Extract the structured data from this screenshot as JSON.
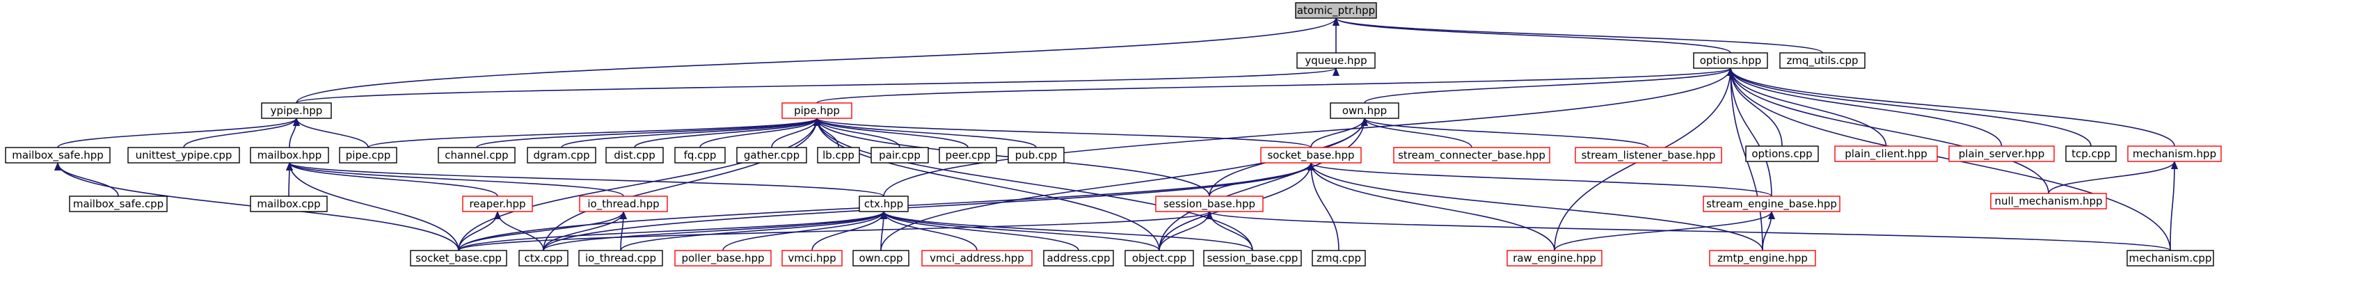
{
  "diagram": {
    "type": "include-dependency-graph",
    "colors": {
      "edge": "#191970",
      "root_fill": "#bfbfbf",
      "box_stroke": "#000000",
      "truncated_stroke": "#ff0000",
      "background": "#ffffff"
    },
    "nodes": [
      {
        "id": "atomic_ptr",
        "label": "atomic_ptr.hpp",
        "style": "root"
      },
      {
        "id": "yqueue",
        "label": "yqueue.hpp",
        "style": "normal"
      },
      {
        "id": "options",
        "label": "options.hpp",
        "style": "normal"
      },
      {
        "id": "zmq_utils",
        "label": "zmq_utils.cpp",
        "style": "normal"
      },
      {
        "id": "ypipe",
        "label": "ypipe.hpp",
        "style": "normal"
      },
      {
        "id": "pipe",
        "label": "pipe.hpp",
        "style": "red"
      },
      {
        "id": "own",
        "label": "own.hpp",
        "style": "normal"
      },
      {
        "id": "options_cpp",
        "label": "options.cpp",
        "style": "normal"
      },
      {
        "id": "plain_client",
        "label": "plain_client.hpp",
        "style": "red"
      },
      {
        "id": "plain_server",
        "label": "plain_server.hpp",
        "style": "red"
      },
      {
        "id": "tcp",
        "label": "tcp.cpp",
        "style": "normal"
      },
      {
        "id": "mechanism",
        "label": "mechanism.hpp",
        "style": "red"
      },
      {
        "id": "mailbox_safe",
        "label": "mailbox_safe.hpp",
        "style": "normal"
      },
      {
        "id": "unittest_ypipe",
        "label": "unittest_ypipe.cpp",
        "style": "normal"
      },
      {
        "id": "mailbox",
        "label": "mailbox.hpp",
        "style": "normal"
      },
      {
        "id": "pipe_cpp",
        "label": "pipe.cpp",
        "style": "normal"
      },
      {
        "id": "channel",
        "label": "channel.cpp",
        "style": "normal"
      },
      {
        "id": "dgram",
        "label": "dgram.cpp",
        "style": "normal"
      },
      {
        "id": "dist",
        "label": "dist.cpp",
        "style": "normal"
      },
      {
        "id": "fq",
        "label": "fq.cpp",
        "style": "normal"
      },
      {
        "id": "gather",
        "label": "gather.cpp",
        "style": "normal"
      },
      {
        "id": "lb",
        "label": "lb.cpp",
        "style": "normal"
      },
      {
        "id": "pair",
        "label": "pair.cpp",
        "style": "normal"
      },
      {
        "id": "peer",
        "label": "peer.cpp",
        "style": "normal"
      },
      {
        "id": "pub",
        "label": "pub.cpp",
        "style": "normal"
      },
      {
        "id": "socket_base",
        "label": "socket_base.hpp",
        "style": "red"
      },
      {
        "id": "stream_connecter",
        "label": "stream_connecter_base.hpp",
        "style": "red"
      },
      {
        "id": "stream_listener",
        "label": "stream_listener_base.hpp",
        "style": "red"
      },
      {
        "id": "null_mechanism",
        "label": "null_mechanism.hpp",
        "style": "red"
      },
      {
        "id": "mailbox_safe_cpp",
        "label": "mailbox_safe.cpp",
        "style": "normal"
      },
      {
        "id": "mailbox_cpp",
        "label": "mailbox.cpp",
        "style": "normal"
      },
      {
        "id": "reaper",
        "label": "reaper.hpp",
        "style": "red"
      },
      {
        "id": "io_thread",
        "label": "io_thread.hpp",
        "style": "red"
      },
      {
        "id": "ctx",
        "label": "ctx.hpp",
        "style": "normal"
      },
      {
        "id": "session_base",
        "label": "session_base.hpp",
        "style": "red"
      },
      {
        "id": "stream_engine",
        "label": "stream_engine_base.hpp",
        "style": "red"
      },
      {
        "id": "socket_base_cpp",
        "label": "socket_base.cpp",
        "style": "normal"
      },
      {
        "id": "ctx_cpp",
        "label": "ctx.cpp",
        "style": "normal"
      },
      {
        "id": "io_thread_cpp",
        "label": "io_thread.cpp",
        "style": "normal"
      },
      {
        "id": "poller_base",
        "label": "poller_base.hpp",
        "style": "red"
      },
      {
        "id": "vmci",
        "label": "vmci.hpp",
        "style": "red"
      },
      {
        "id": "own_cpp",
        "label": "own.cpp",
        "style": "normal"
      },
      {
        "id": "vmci_address",
        "label": "vmci_address.hpp",
        "style": "red"
      },
      {
        "id": "address",
        "label": "address.cpp",
        "style": "normal"
      },
      {
        "id": "object",
        "label": "object.cpp",
        "style": "normal"
      },
      {
        "id": "session_base_cpp",
        "label": "session_base.cpp",
        "style": "normal"
      },
      {
        "id": "zmq_cpp",
        "label": "zmq.cpp",
        "style": "normal"
      },
      {
        "id": "raw_engine",
        "label": "raw_engine.hpp",
        "style": "red"
      },
      {
        "id": "zmtp_engine",
        "label": "zmtp_engine.hpp",
        "style": "red"
      },
      {
        "id": "mechanism_cpp",
        "label": "mechanism.cpp",
        "style": "normal"
      }
    ],
    "edges": [
      [
        "yqueue",
        "atomic_ptr"
      ],
      [
        "options",
        "atomic_ptr"
      ],
      [
        "zmq_utils",
        "atomic_ptr"
      ],
      [
        "ypipe",
        "atomic_ptr"
      ],
      [
        "ypipe",
        "yqueue"
      ],
      [
        "pipe",
        "options"
      ],
      [
        "own",
        "options"
      ],
      [
        "options_cpp",
        "options"
      ],
      [
        "plain_client",
        "options"
      ],
      [
        "plain_server",
        "options"
      ],
      [
        "tcp",
        "options"
      ],
      [
        "mechanism",
        "options"
      ],
      [
        "null_mechanism",
        "options"
      ],
      [
        "ctx",
        "options"
      ],
      [
        "stream_engine",
        "options"
      ],
      [
        "raw_engine",
        "options"
      ],
      [
        "zmtp_engine",
        "options"
      ],
      [
        "mechanism_cpp",
        "options"
      ],
      [
        "mailbox_safe",
        "ypipe"
      ],
      [
        "unittest_ypipe",
        "ypipe"
      ],
      [
        "mailbox",
        "ypipe"
      ],
      [
        "pipe_cpp",
        "ypipe"
      ],
      [
        "channel",
        "pipe"
      ],
      [
        "dgram",
        "pipe"
      ],
      [
        "dist",
        "pipe"
      ],
      [
        "fq",
        "pipe"
      ],
      [
        "gather",
        "pipe"
      ],
      [
        "lb",
        "pipe"
      ],
      [
        "pair",
        "pipe"
      ],
      [
        "peer",
        "pipe"
      ],
      [
        "pub",
        "pipe"
      ],
      [
        "pipe_cpp",
        "pipe"
      ],
      [
        "socket_base",
        "pipe"
      ],
      [
        "session_base",
        "pipe"
      ],
      [
        "object",
        "pipe"
      ],
      [
        "session_base_cpp",
        "pipe"
      ],
      [
        "ctx_cpp",
        "pipe"
      ],
      [
        "socket_base_cpp",
        "pipe"
      ],
      [
        "socket_base",
        "own"
      ],
      [
        "stream_connecter",
        "own"
      ],
      [
        "stream_listener",
        "own"
      ],
      [
        "session_base",
        "own"
      ],
      [
        "own_cpp",
        "own"
      ],
      [
        "object",
        "own"
      ],
      [
        "null_mechanism",
        "mechanism"
      ],
      [
        "mechanism_cpp",
        "mechanism"
      ],
      [
        "mailbox_safe_cpp",
        "mailbox_safe"
      ],
      [
        "socket_base_cpp",
        "mailbox_safe"
      ],
      [
        "mailbox_cpp",
        "mailbox"
      ],
      [
        "reaper",
        "mailbox"
      ],
      [
        "io_thread",
        "mailbox"
      ],
      [
        "ctx",
        "mailbox"
      ],
      [
        "socket_base_cpp",
        "mailbox"
      ],
      [
        "session_base",
        "socket_base"
      ],
      [
        "stream_engine",
        "socket_base"
      ],
      [
        "raw_engine",
        "socket_base"
      ],
      [
        "zmtp_engine",
        "socket_base"
      ],
      [
        "zmq_cpp",
        "socket_base"
      ],
      [
        "object",
        "socket_base"
      ],
      [
        "ctx_cpp",
        "socket_base"
      ],
      [
        "socket_base_cpp",
        "socket_base"
      ],
      [
        "ctx_cpp",
        "reaper"
      ],
      [
        "socket_base_cpp",
        "reaper"
      ],
      [
        "ctx_cpp",
        "io_thread"
      ],
      [
        "io_thread_cpp",
        "io_thread"
      ],
      [
        "socket_base_cpp",
        "io_thread"
      ],
      [
        "socket_base_cpp",
        "ctx"
      ],
      [
        "ctx_cpp",
        "ctx"
      ],
      [
        "io_thread_cpp",
        "ctx"
      ],
      [
        "poller_base",
        "ctx"
      ],
      [
        "vmci",
        "ctx"
      ],
      [
        "own_cpp",
        "ctx"
      ],
      [
        "vmci_address",
        "ctx"
      ],
      [
        "address",
        "ctx"
      ],
      [
        "object",
        "ctx"
      ],
      [
        "session_base_cpp",
        "ctx"
      ],
      [
        "session_base_cpp",
        "session_base"
      ],
      [
        "object",
        "session_base"
      ],
      [
        "socket_base_cpp",
        "session_base"
      ],
      [
        "mechanism_cpp",
        "session_base"
      ],
      [
        "raw_engine",
        "stream_engine"
      ],
      [
        "zmtp_engine",
        "stream_engine"
      ]
    ]
  }
}
